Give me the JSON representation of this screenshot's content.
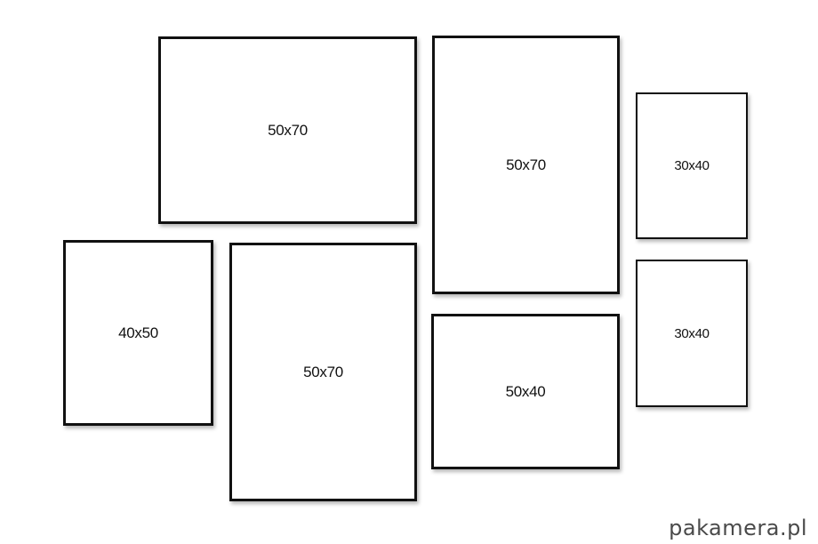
{
  "frames": [
    {
      "label": "50x70"
    },
    {
      "label": "50x70"
    },
    {
      "label": "30x40"
    },
    {
      "label": "30x40"
    },
    {
      "label": "40x50"
    },
    {
      "label": "50x70"
    },
    {
      "label": "50x40"
    }
  ],
  "watermark": "pakamera.pl",
  "colors": {
    "frame_border": "#111111",
    "background": "#ffffff",
    "watermark": "#4a4a4a"
  }
}
